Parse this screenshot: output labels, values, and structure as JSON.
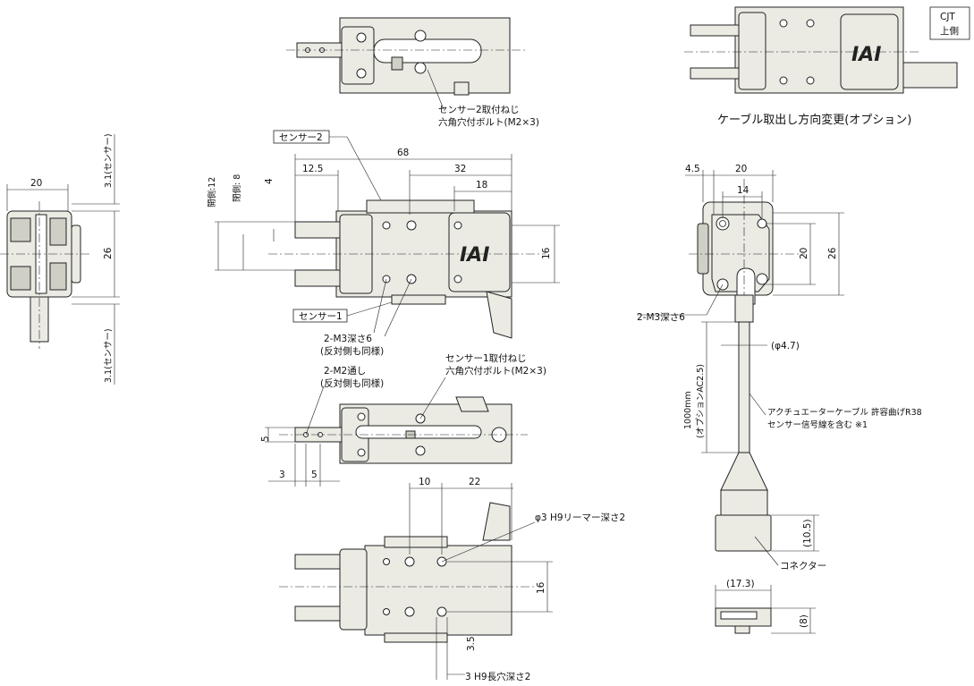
{
  "labels": {
    "cjt_line1": "CJT",
    "cjt_line2": "上側",
    "cable_option": "ケーブル取出し方向変更(オプション)",
    "sensor2_mount_line1": "センサー2取付ねじ",
    "sensor2_mount_line2": "六角穴付ボルト(M2×3)",
    "sensor2_tag": "センサー2",
    "sensor1_tag": "センサー1",
    "m3_depth6_line1": "2-M3深さ6",
    "m3_depth6_line2": "(反対側も同様)",
    "m2_thru_line1": "2-M2通し",
    "m2_thru_line2": "(反対側も同様)",
    "sensor1_mount_line1": "センサー1取付ねじ",
    "sensor1_mount_line2": "六角穴付ボルト(M2×3)",
    "m3_depth6_right": "2-M3深さ6",
    "reamer": "φ3 H9リーマー深さ2",
    "slot": "3 H9長穴深さ2",
    "cable_desc_line1": "アクチュエーターケーブル 許容曲げR38",
    "cable_desc_line2": "センサー信号線を含む ※1",
    "cable_length_line1": "1000mm",
    "cable_length_line2": "(オプションAC2.5)",
    "cable_dia": "(φ4.7)",
    "connector": "コネクター",
    "logo": "IAI"
  },
  "dims": {
    "left_width": "20",
    "left_height": "26",
    "left_top_sensor": "3.1(センサー)",
    "left_bottom_sensor": "3.1(センサー)",
    "overall_length": "68",
    "len_12_5": "12.5",
    "len_32": "32",
    "len_18": "18",
    "open_12": "開側:12",
    "closed_8": "閉側: 8",
    "dim_4": "4",
    "body_16": "16",
    "right_4_5": "4.5",
    "right_20_w": "20",
    "right_14": "14",
    "right_20_h": "20",
    "right_26": "26",
    "conn_10_5": "(10.5)",
    "conn_17_3": "(17.3)",
    "conn_8": "(8)",
    "finger_5_v": "5",
    "finger_3": "3",
    "finger_5_h": "5",
    "bottom_10": "10",
    "bottom_22": "22",
    "bottom_16": "16",
    "bottom_3_5": "3.5"
  }
}
